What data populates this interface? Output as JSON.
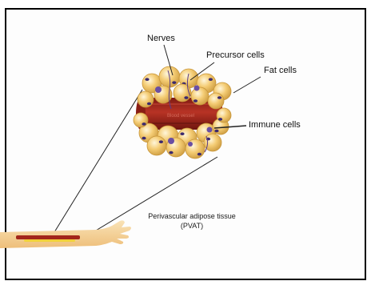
{
  "labels": {
    "nerves": "Nerves",
    "precursor_cells": "Precursor cells",
    "fat_cells": "Fat cells",
    "immune_cells": "Immune cells"
  },
  "caption": {
    "line1": "Perivascular adipose tissue",
    "line2": "(PVAT)"
  },
  "vessel_label": "Blood vessel",
  "colors": {
    "fat_cell": "#f2c66a",
    "fat_cell_edge": "#c8963a",
    "vessel": "#a3261b",
    "immune": "#6a4fa3",
    "arm": "#f6d7a6",
    "line": "#222222"
  }
}
